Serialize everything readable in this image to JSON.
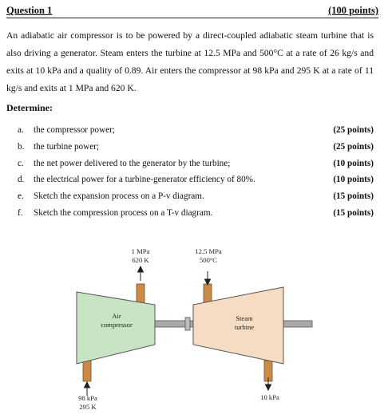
{
  "question": {
    "title": "Question 1",
    "points": "(100 points)"
  },
  "intro_lines": [
    "An adiabatic air compressor is to be powered by a direct-coupled adiabatic steam turbine that",
    "is also driving a generator. Steam enters the turbine at 12.5 MPa and 500°C at a rate of 26",
    "kg/s and exits at 10 kPa and a quality of 0.89. Air enters the compressor at 98 kPa and 295 K",
    "at a rate of 11 kg/s and exits at 1 MPa and 620 K."
  ],
  "determine_label": "Determine:",
  "items": [
    {
      "letter": "a.",
      "text": "the compressor power;",
      "points": "(25 points)"
    },
    {
      "letter": "b.",
      "text": "the turbine power;",
      "points": "(25 points)"
    },
    {
      "letter": "c.",
      "text": "the net power delivered to the generator by the turbine;",
      "points": "(10 points)"
    },
    {
      "letter": "d.",
      "text": "the electrical power for a turbine-generator efficiency of 80%.",
      "points": "(10 points)"
    },
    {
      "letter": "e.",
      "text": "Sketch the expansion process on a P-v diagram.",
      "points": "(15 points)"
    },
    {
      "letter": "f.",
      "text": "Sketch the compression process on a T-v diagram.",
      "points": "(15 points)"
    }
  ],
  "diagram": {
    "compressor": {
      "name_line1": "Air",
      "name_line2": "compressor",
      "outlet_p": "1 MPa",
      "outlet_t": "620 K",
      "inlet_p": "98 kPa",
      "inlet_t": "295 K",
      "fill": "#c9e4c5"
    },
    "turbine": {
      "name_line1": "Steam",
      "name_line2": "turbine",
      "inlet_p": "12.5 MPa",
      "inlet_t": "500°C",
      "outlet_p": "10 kPa",
      "fill": "#f6dcc3"
    },
    "pipe_color": "#c98a4a",
    "shaft_color": "#9a9a9a"
  }
}
